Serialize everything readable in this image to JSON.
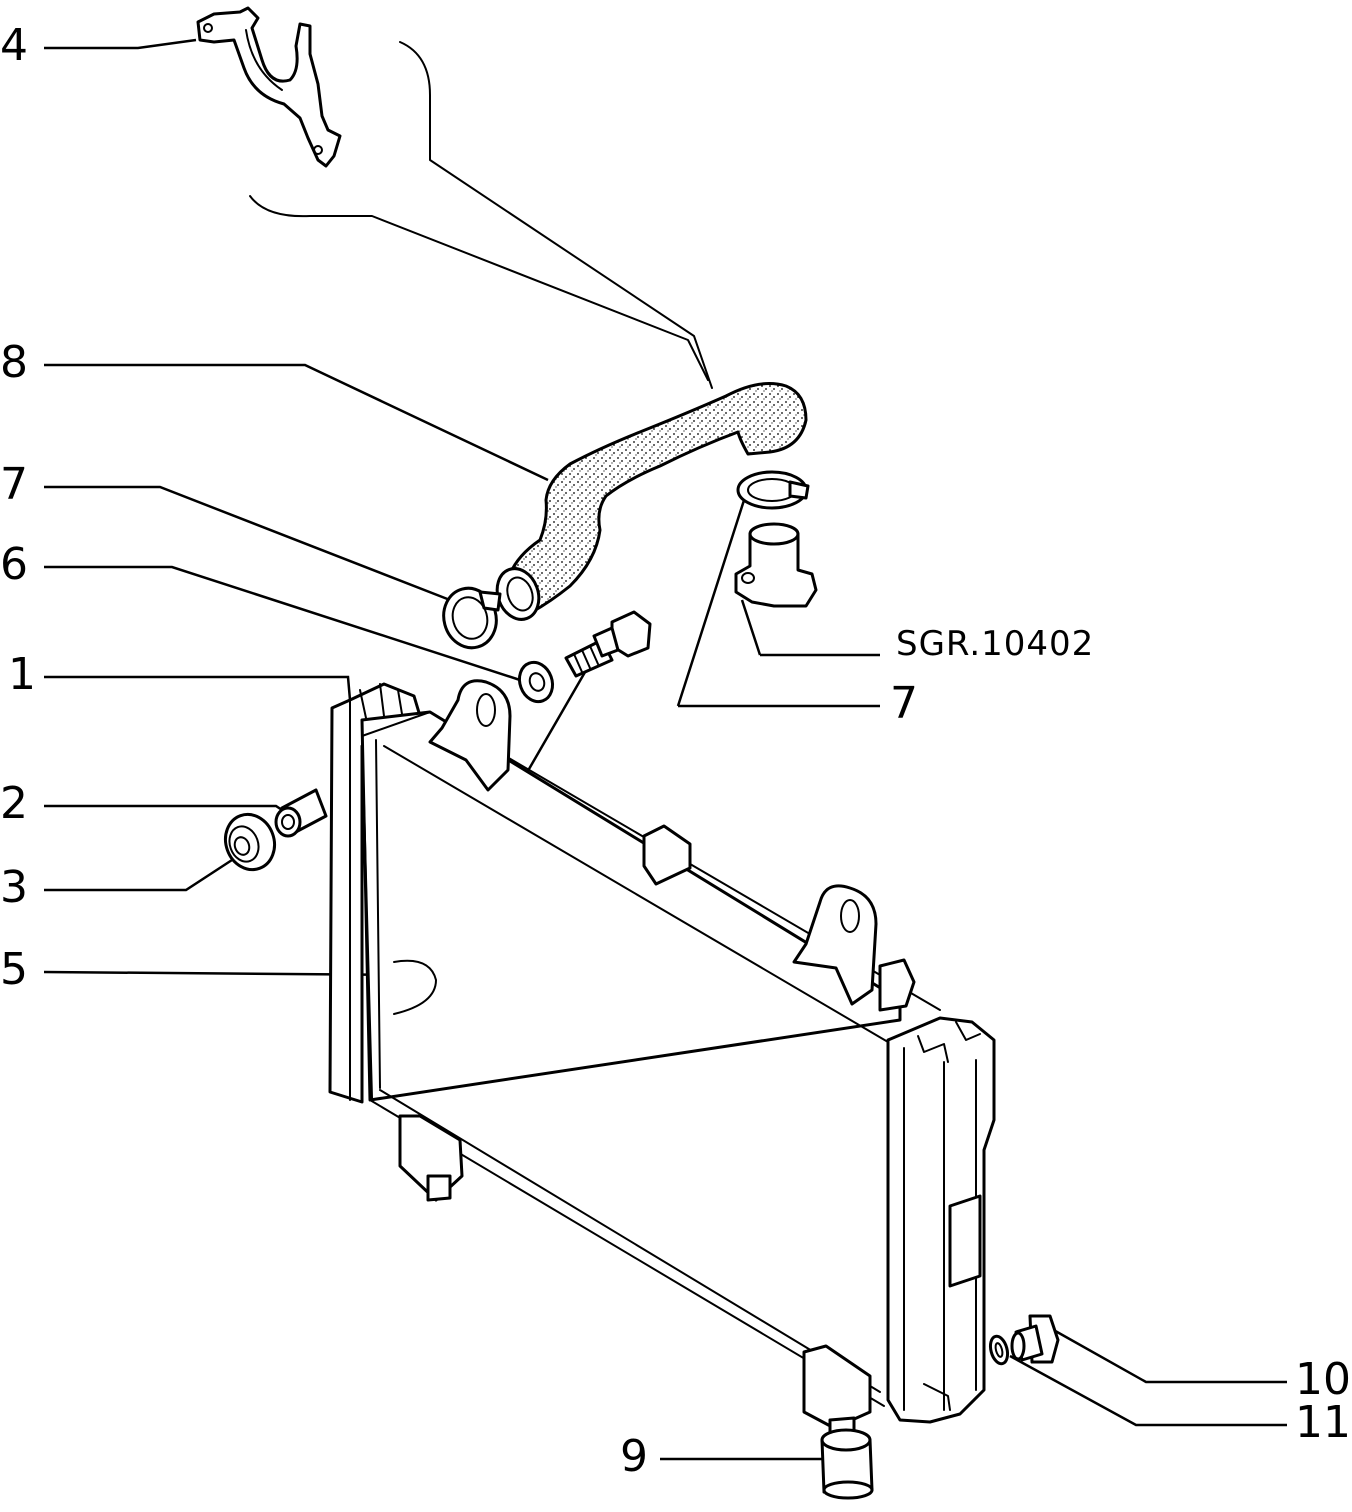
{
  "drawing_ref": "SGR.10402",
  "callouts": [
    {
      "id": "c4",
      "label": "4"
    },
    {
      "id": "c8",
      "label": "8"
    },
    {
      "id": "c7a",
      "label": "7"
    },
    {
      "id": "c6",
      "label": "6"
    },
    {
      "id": "c1",
      "label": "1"
    },
    {
      "id": "c2",
      "label": "2"
    },
    {
      "id": "c3",
      "label": "3"
    },
    {
      "id": "c5",
      "label": "5"
    },
    {
      "id": "c7b",
      "label": "7"
    },
    {
      "id": "c10",
      "label": "10"
    },
    {
      "id": "c11",
      "label": "11"
    },
    {
      "id": "c9",
      "label": "9"
    }
  ]
}
